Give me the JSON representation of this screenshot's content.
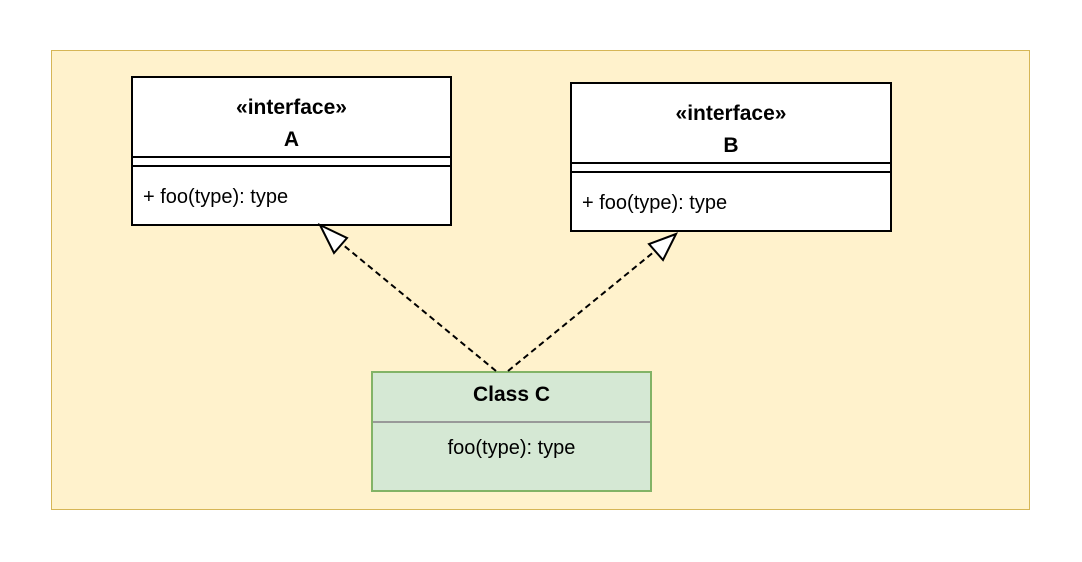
{
  "diagram": {
    "interface_a": {
      "stereotype": "«interface»",
      "name": "A",
      "operation": "+ foo(type): type"
    },
    "interface_b": {
      "stereotype": "«interface»",
      "name": "B",
      "operation": "+ foo(type): type"
    },
    "class_c": {
      "name": "Class C",
      "operation": "foo(type): type"
    },
    "relations": [
      {
        "from": "Class C",
        "to": "A",
        "kind": "realization"
      },
      {
        "from": "Class C",
        "to": "B",
        "kind": "realization"
      }
    ],
    "colors": {
      "container_fill": "#fff2cc",
      "container_stroke": "#d6b656",
      "class_fill": "#d5e8d4",
      "class_stroke": "#82b366",
      "interface_fill": "#ffffff",
      "interface_stroke": "#000000"
    }
  }
}
